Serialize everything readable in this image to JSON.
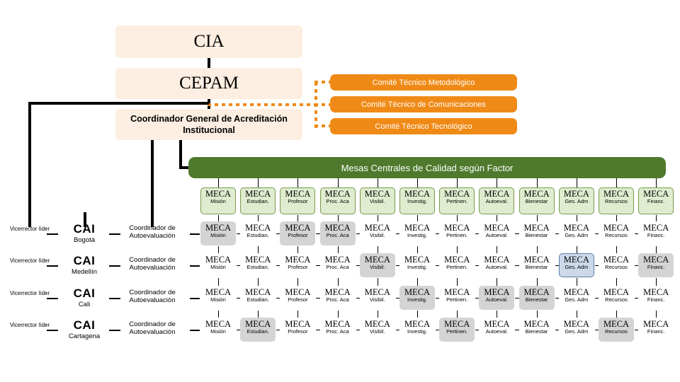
{
  "top": {
    "cia": "CIA",
    "cepam": "CEPAM",
    "coordinator": "Coordinador General de Acreditación Institucional"
  },
  "committees": [
    "Comité Técnico Metodológico",
    "Comité Técnico de Comunicaciones",
    "Comité Técnico Tecnológico"
  ],
  "banner": "Mesas Centrales de Calidad según Factor",
  "meca_label": "MECA",
  "columns": [
    "Misión",
    "Estudian.",
    "Profesor",
    "Proc. Aca",
    "Visibil.",
    "Investig.",
    "Pertinen.",
    "Autoeval.",
    "Bienestar",
    "Ges. Adm",
    "Recursos",
    "Financ."
  ],
  "rows": [
    {
      "vicerrector": "Vicerrector líder",
      "cai": "CAI",
      "city": "Bogotá",
      "coordinator": "Coordinador de Autoevaluación",
      "states": [
        "gray",
        "plain",
        "gray",
        "gray",
        "plain",
        "plain",
        "plain",
        "plain",
        "plain",
        "plain",
        "plain",
        "plain"
      ]
    },
    {
      "vicerrector": "Vicerrector líder",
      "cai": "CAI",
      "city": "Medellín",
      "coordinator": "Coordinador de Autoevaluación",
      "states": [
        "plain",
        "plain",
        "plain",
        "plain",
        "gray",
        "plain",
        "plain",
        "plain",
        "plain",
        "blue",
        "plain",
        "gray"
      ]
    },
    {
      "vicerrector": "Vicerrector líder",
      "cai": "CAI",
      "city": "Cali",
      "coordinator": "Coordinador de Autoevaluación",
      "states": [
        "plain",
        "plain",
        "plain",
        "plain",
        "plain",
        "gray",
        "plain",
        "gray",
        "gray",
        "plain",
        "plain",
        "plain"
      ]
    },
    {
      "vicerrector": "Vicerrector líder",
      "cai": "CAI",
      "city": "Cartagena",
      "coordinator": "Coordinador de Autoevaluación",
      "states": [
        "plain",
        "gray",
        "plain",
        "plain",
        "plain",
        "plain",
        "gray",
        "plain",
        "plain",
        "plain",
        "gray",
        "plain"
      ]
    }
  ],
  "colors": {
    "cream": "#fceee0",
    "orange": "#f08a16",
    "green": "#4f7a2e",
    "head_green": "#dfeccf",
    "gray": "#d4d4d4",
    "blue": "#ccd9e8"
  }
}
